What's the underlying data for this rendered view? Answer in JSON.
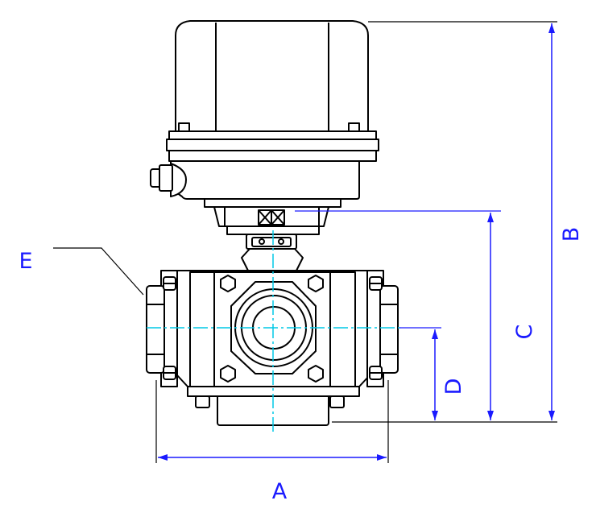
{
  "diagram": {
    "labels": {
      "a": "A",
      "b": "B",
      "c": "C",
      "d": "D",
      "e": "E"
    },
    "colors": {
      "outline": "#000000",
      "dimension": "#1a1aff",
      "centerline": "#00c8e6",
      "fill": "#ffffff"
    }
  }
}
